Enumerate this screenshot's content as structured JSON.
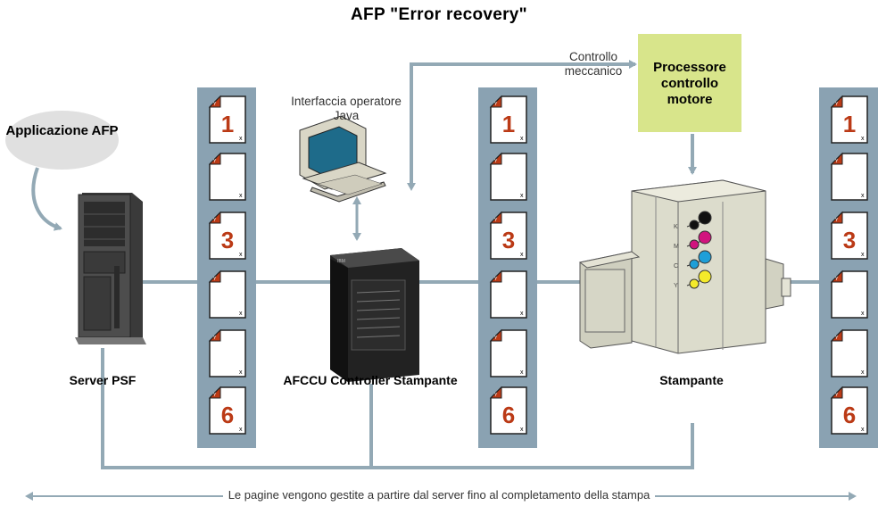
{
  "title": "AFP \"Error recovery\"",
  "application_bubble": "Applicazione AFP",
  "labels": {
    "server": "Server PSF",
    "controller": "AFCCU Controller Stampante",
    "printer": "Stampante",
    "java_interface": "Interfaccia operatore Java",
    "mechanical_control": "Controllo meccanico",
    "engine_processor": "Processore controllo motore"
  },
  "page_numbers": [
    "1",
    "",
    "3",
    "",
    "",
    "6"
  ],
  "page_corner_marks": {
    "top": "Y",
    "bottom": "x"
  },
  "color_channels": [
    "K",
    "M",
    "C",
    "Y"
  ],
  "footer": "Le pagine vengono gestite a partire dal server fino al completamento della stampa",
  "colors": {
    "connector": "#93a9b5",
    "page_stack": "#8aa2b2",
    "page_number": "#bb3a16",
    "engine_box": "#d8e58b",
    "bubble": "#e0e0e0"
  }
}
